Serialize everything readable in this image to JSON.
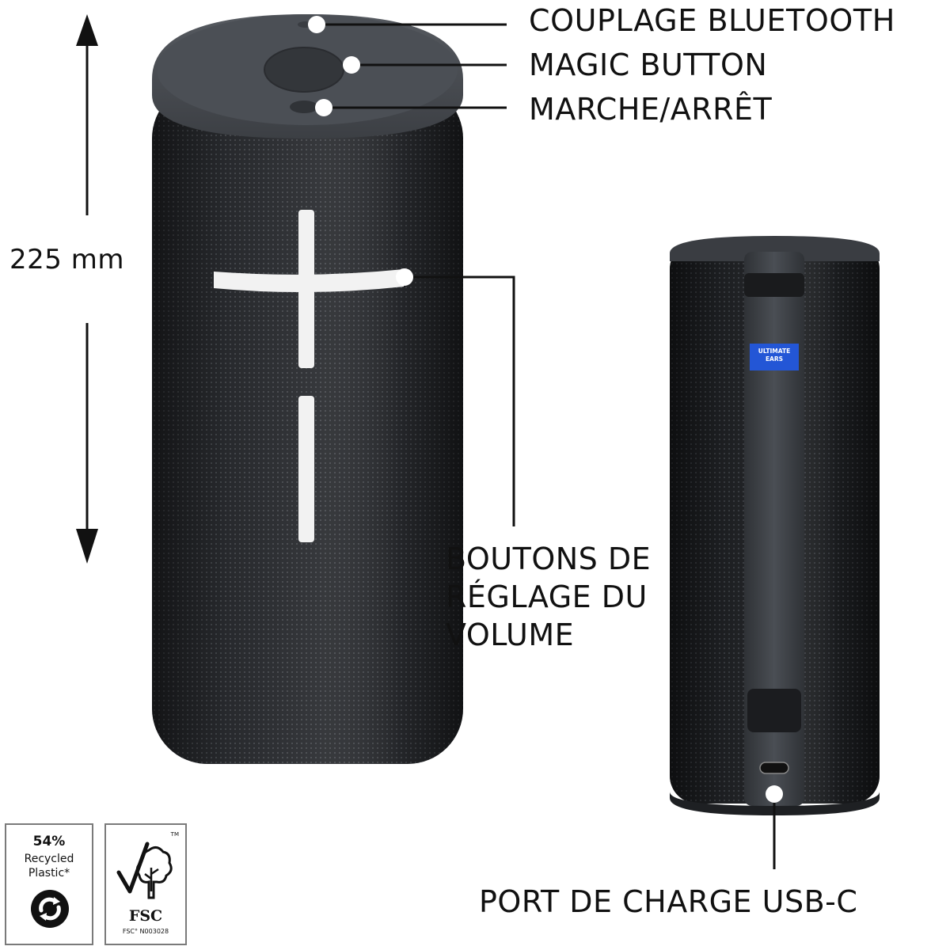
{
  "labels": {
    "bluetooth": "COUPLAGE BLUETOOTH",
    "magic_button": "MAGIC BUTTON",
    "power": "MARCHE/ARRÊT",
    "height": "225 mm",
    "volume": "BOUTONS DE RÉGLAGE DU VOLUME",
    "usbc": "PORT DE CHARGE USB-C"
  },
  "brand_tag": {
    "line1": "ULTIMATE",
    "line2": "EARS"
  },
  "badges": {
    "recycled": {
      "percent": "54%",
      "line1": "Recycled",
      "line2": "Plastic*"
    },
    "fsc": {
      "name": "FSC",
      "code": "FSC° N003028",
      "tm": "TM"
    }
  },
  "colors": {
    "speaker_body": "#26282b",
    "speaker_cap": "#45484d",
    "volume_glyph": "#f2f2f2",
    "brand_blue": "#2356d6",
    "callout_line": "#111111"
  }
}
